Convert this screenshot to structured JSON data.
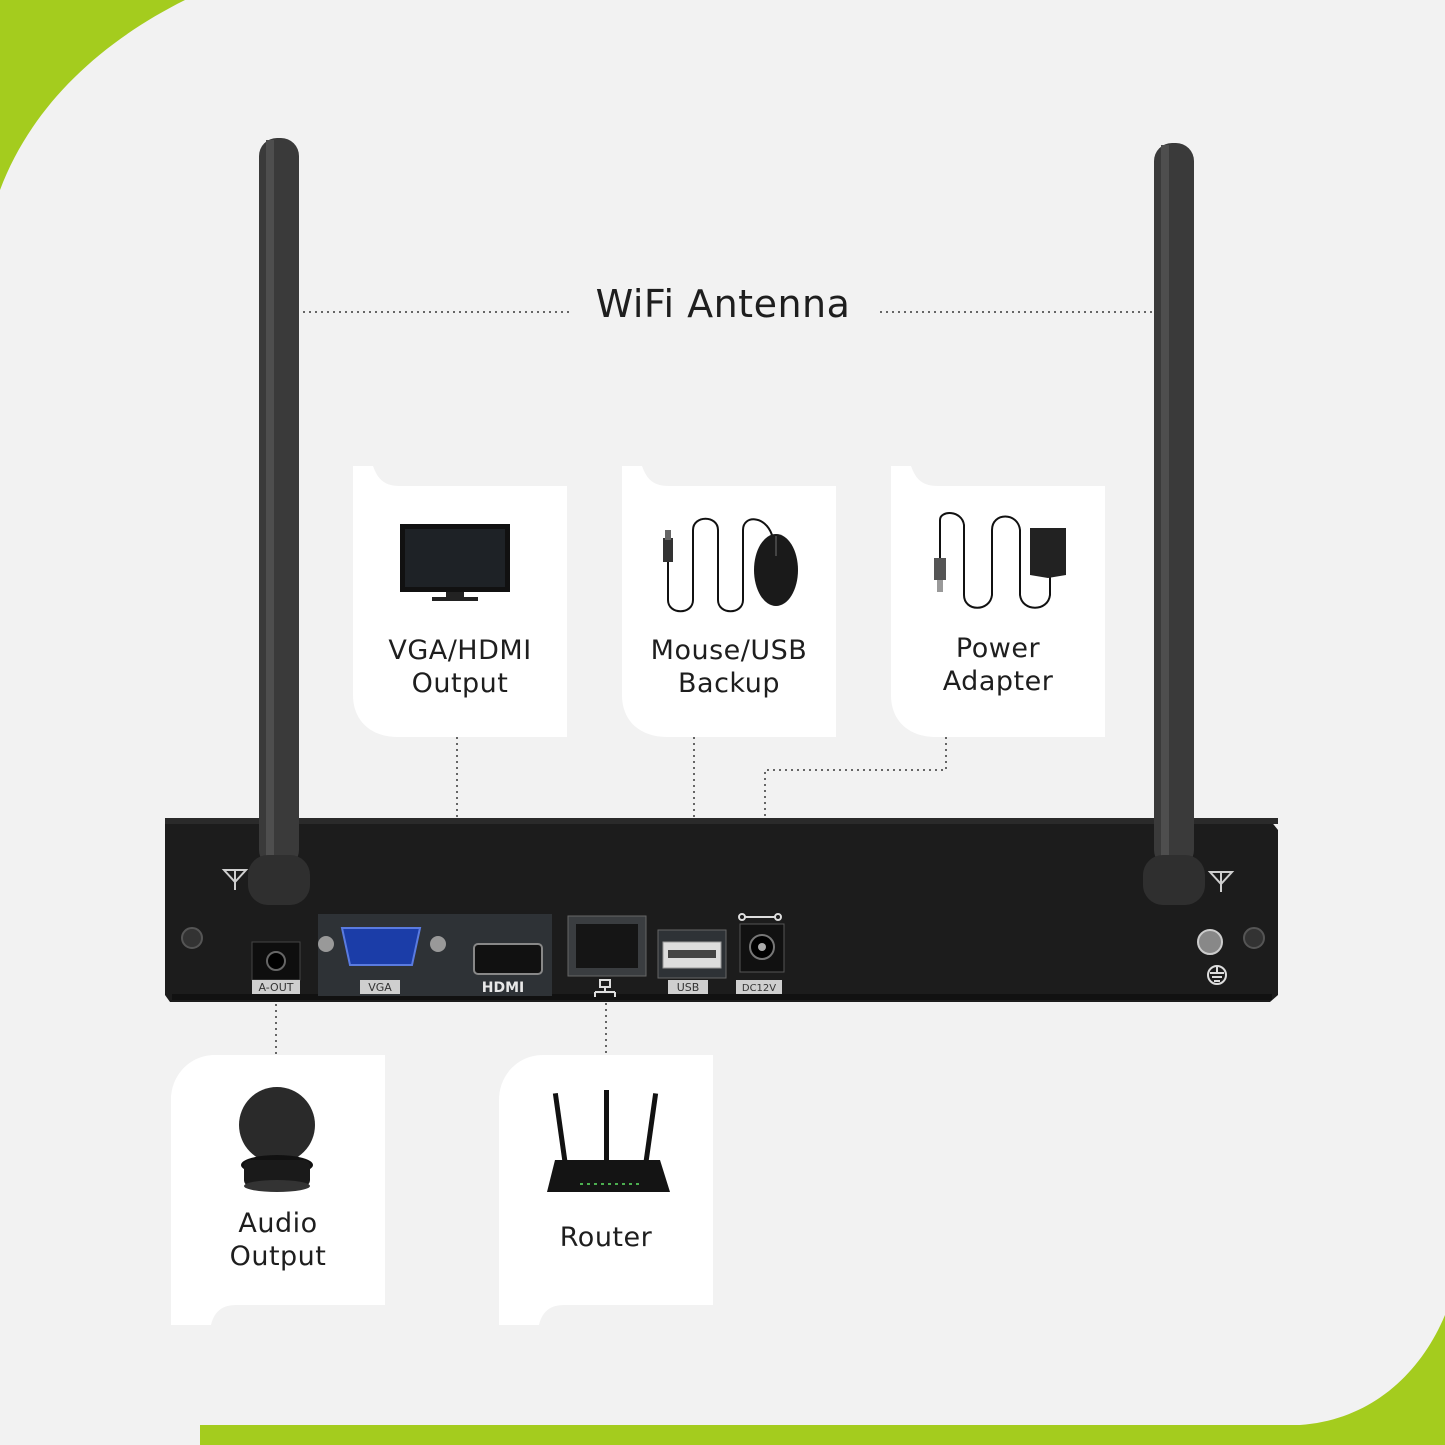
{
  "colors": {
    "background": "#f2f2f2",
    "accent_green": "#a4cc1e",
    "device_body": "#1c1c1c",
    "antenna": "#3a3a3a",
    "card": "#ffffff",
    "text": "#1e1e1e"
  },
  "antenna_label": "WiFi Antenna",
  "top_cards": [
    {
      "id": "vga-hdmi",
      "label": "VGA/HDMI\nOutput",
      "icon": "monitor-icon"
    },
    {
      "id": "mouse-usb",
      "label": "Mouse/USB\nBackup",
      "icon": "mouse-icon"
    },
    {
      "id": "power",
      "label": "Power\nAdapter",
      "icon": "power-adapter-icon"
    }
  ],
  "bottom_cards": [
    {
      "id": "audio",
      "label": "Audio\nOutput",
      "icon": "speaker-icon"
    },
    {
      "id": "router",
      "label": "Router",
      "icon": "router-icon"
    }
  ],
  "ports": {
    "audio_out": "A-OUT",
    "vga": "VGA",
    "hdmi": "HDMI",
    "usb": "USB",
    "dc": "DC12V"
  }
}
